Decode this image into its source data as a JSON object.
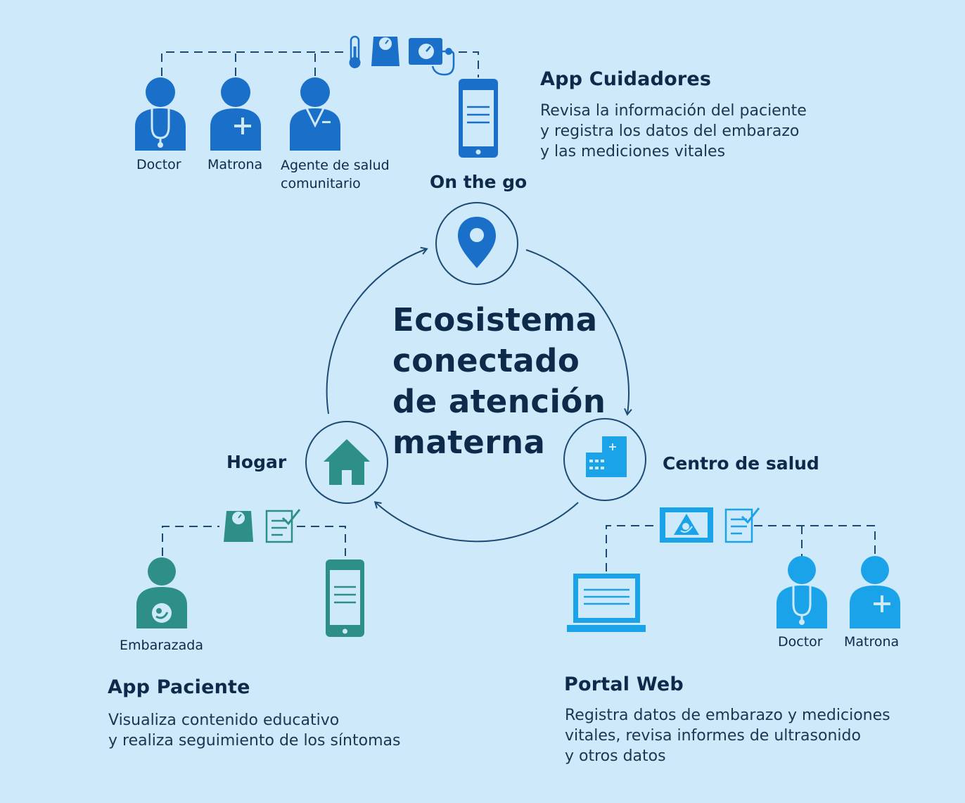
{
  "center_title": "Ecosistema\nconectado\nde atención\nmaterna",
  "nodes": {
    "on_the_go": "On the go",
    "hogar": "Hogar",
    "centro": "Centro de salud"
  },
  "app_cuidadores": {
    "title": "App Cuidadores",
    "desc": "Revisa la información del paciente\ny registra los datos del embarazo\ny las mediciones vitales",
    "roles": [
      "Doctor",
      "Matrona",
      "Agente de salud",
      "comunitario"
    ]
  },
  "app_paciente": {
    "title": "App Paciente",
    "desc": "Visualiza contenido educativo\ny realiza seguimiento de los síntomas",
    "role": "Embarazada"
  },
  "portal_web": {
    "title": "Portal Web",
    "desc": "Registra datos de embarazo y mediciones\nvitales, revisa informes de ultrasonido\ny otros datos",
    "roles": [
      "Doctor",
      "Matrona"
    ]
  },
  "colors": {
    "background": "#cde9fa",
    "caregiver_blue": "#1a6fc9",
    "patient_teal": "#2e8f86",
    "portal_blue": "#1aa3e8",
    "line_navy": "#1d4a74",
    "text": "#0e2a4a"
  }
}
